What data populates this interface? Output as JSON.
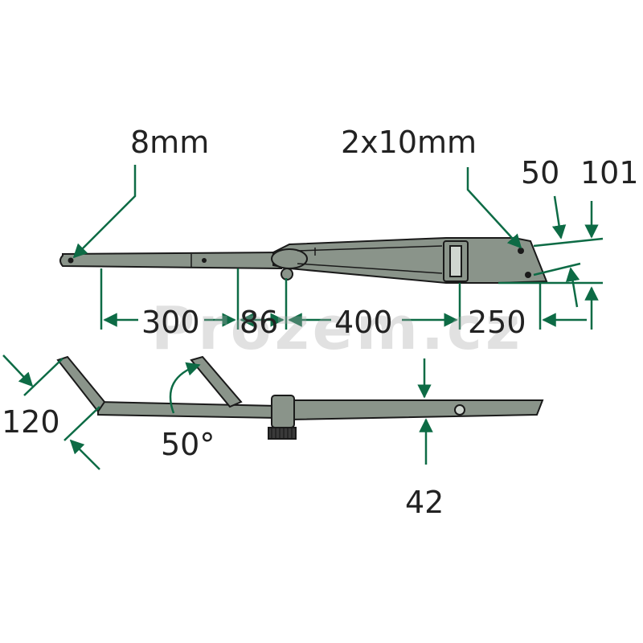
{
  "labels": {
    "hole_diameter": "8mm",
    "slot_size": "2x10mm",
    "width_50": "50",
    "width_101": "101",
    "len_300": "300",
    "len_86": "86",
    "len_400": "400",
    "len_250": "250",
    "bend_120": "120",
    "angle_50": "50°",
    "offset_42": "42"
  },
  "watermark": "Prozem.cz",
  "colors": {
    "arm_fill": "#8a948a",
    "arm_stroke": "#1a1a1a",
    "dimension_line": "#0d6b45",
    "text": "#222222"
  }
}
